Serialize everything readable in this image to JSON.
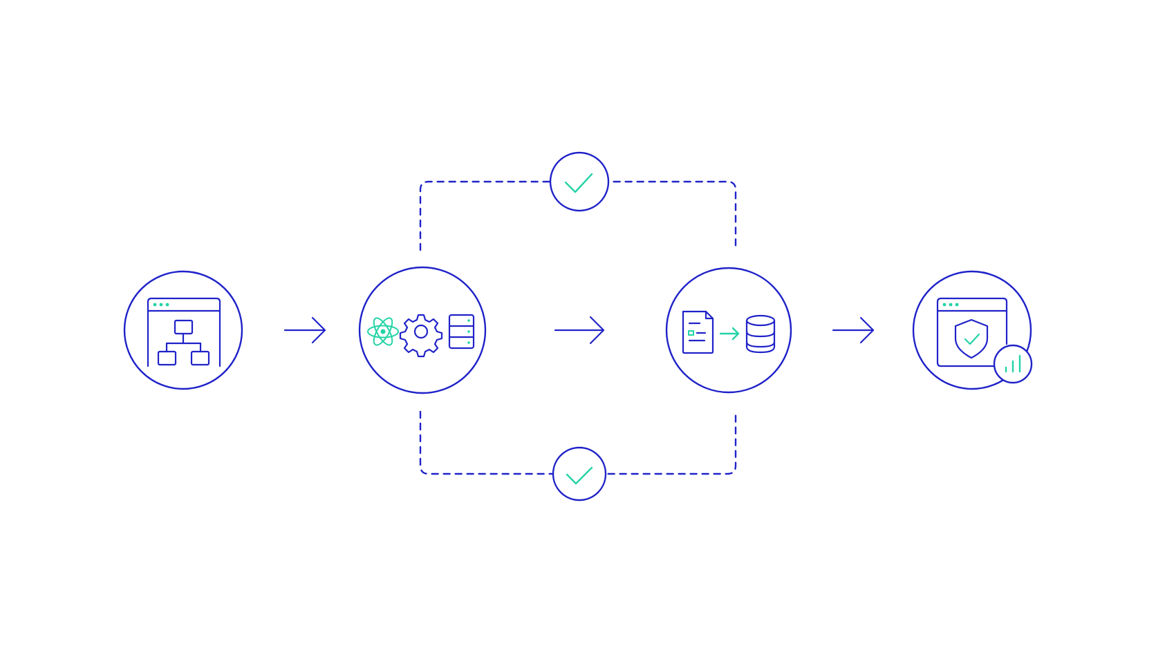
{
  "diagram": {
    "colors": {
      "primary": "#1f22c8",
      "accent": "#22d3a6",
      "background": "#ffffff"
    },
    "nodes": [
      {
        "id": "architecture",
        "icon": "sitemap-browser-icon"
      },
      {
        "id": "development",
        "icons": [
          "react-atom-icon",
          "gear-icon",
          "server-icon"
        ]
      },
      {
        "id": "data-migration",
        "icons": [
          "document-icon",
          "arrow-right-icon",
          "database-icon"
        ]
      },
      {
        "id": "secure-monitoring",
        "icons": [
          "browser-shield-icon",
          "bar-chart-icon"
        ]
      }
    ],
    "connectors": [
      {
        "from": "architecture",
        "to": "development",
        "icon": "arrow-right-icon"
      },
      {
        "from": "development",
        "to": "data-migration",
        "icon": "arrow-right-icon"
      },
      {
        "from": "data-migration",
        "to": "secure-monitoring",
        "icon": "arrow-right-icon"
      }
    ],
    "checkpoints": [
      {
        "id": "top-check",
        "icon": "checkmark-icon",
        "status": "passed"
      },
      {
        "id": "bottom-check",
        "icon": "checkmark-icon",
        "status": "passed"
      }
    ]
  }
}
